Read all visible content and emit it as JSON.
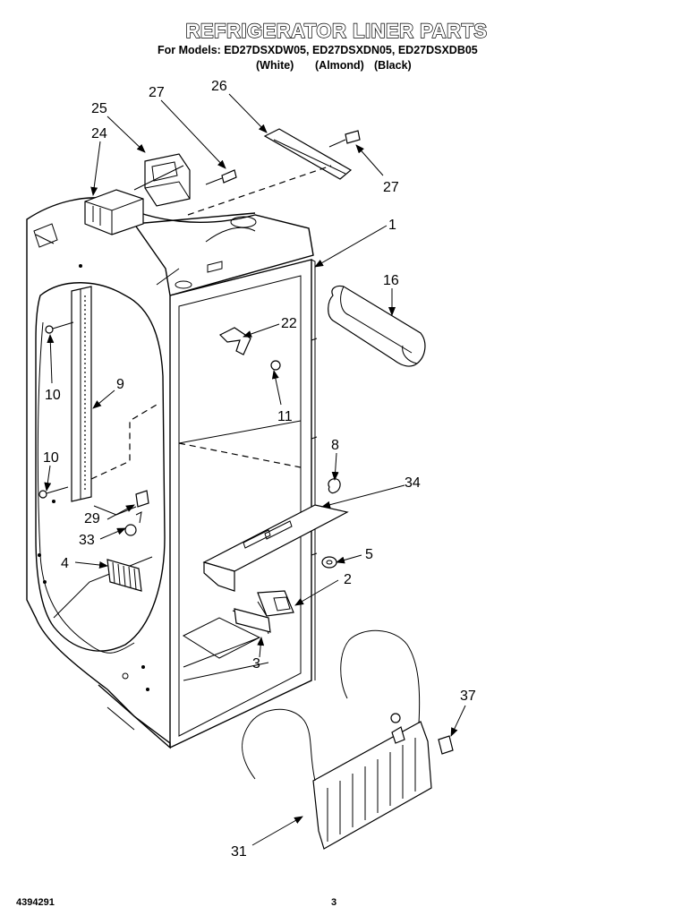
{
  "header": {
    "title": "REFRIGERATOR LINER PARTS",
    "models": "For Models: ED27DSXDW05, ED27DSXDN05, ED27DSXDB05",
    "color_white": "(White)",
    "color_almond": "(Almond)",
    "color_black": "(Black)"
  },
  "callouts": {
    "c1": "1",
    "c2": "2",
    "c3": "3",
    "c4": "4",
    "c5": "5",
    "c8": "8",
    "c9": "9",
    "c10a": "10",
    "c10b": "10",
    "c11": "11",
    "c16": "16",
    "c22": "22",
    "c24": "24",
    "c25": "25",
    "c26": "26",
    "c27a": "27",
    "c27b": "27",
    "c29": "29",
    "c31": "31",
    "c33": "33",
    "c34": "34",
    "c37": "37"
  },
  "footer": {
    "doc_number": "4394291",
    "page_number": "3"
  }
}
